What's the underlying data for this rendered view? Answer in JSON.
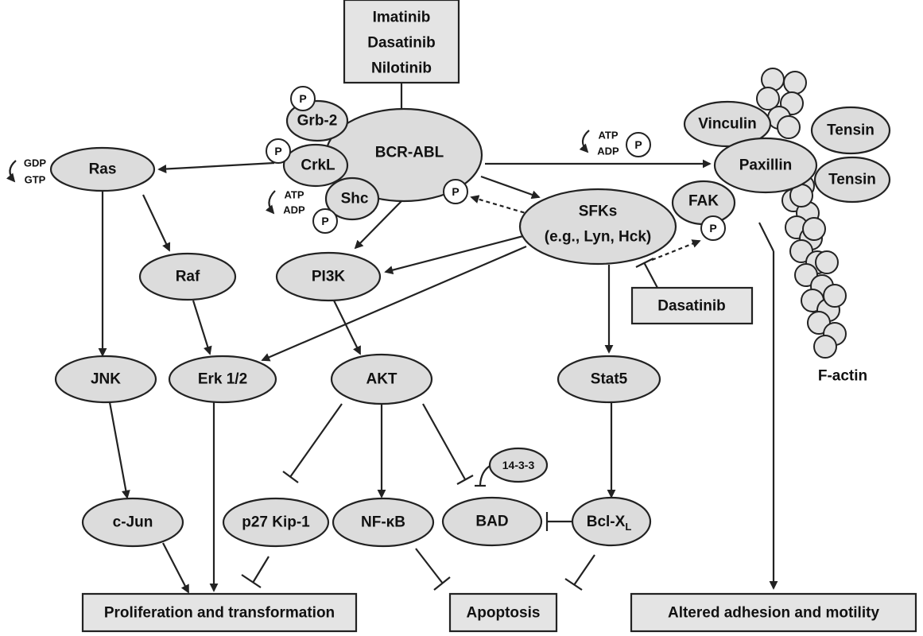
{
  "drugs": {
    "top": [
      "Imatinib",
      "Dasatinib",
      "Nilotinib"
    ],
    "dasatinib_box": "Dasatinib"
  },
  "nodes": {
    "bcr_abl": "BCR-ABL",
    "grb2": "Grb-2",
    "crkl": "CrkL",
    "shc": "Shc",
    "ras": "Ras",
    "raf": "Raf",
    "pi3k": "PI3K",
    "sfks_line1": "SFKs",
    "sfks_line2": "(e.g., Lyn, Hck)",
    "jnk": "JNK",
    "erk": "Erk 1/2",
    "akt": "AKT",
    "stat5": "Stat5",
    "cjun": "c-Jun",
    "p27": "p27 Kip-1",
    "nfkb": "NF-κB",
    "bad": "BAD",
    "bclxl": "Bcl-X",
    "bclxl_sub": "L",
    "p1433": "14-3-3",
    "vinculin": "Vinculin",
    "tensin_top": "Tensin",
    "paxillin": "Paxillin",
    "tensin_right": "Tensin",
    "fak": "FAK",
    "factin": "F-actin",
    "phospho": "P"
  },
  "nucleotides": {
    "atp": "ATP",
    "adp": "ADP",
    "gdp": "GDP",
    "gtp": "GTP"
  },
  "outcomes": {
    "proliferation": "Proliferation and transformation",
    "apoptosis": "Apoptosis",
    "adhesion": "Altered adhesion and motility"
  }
}
